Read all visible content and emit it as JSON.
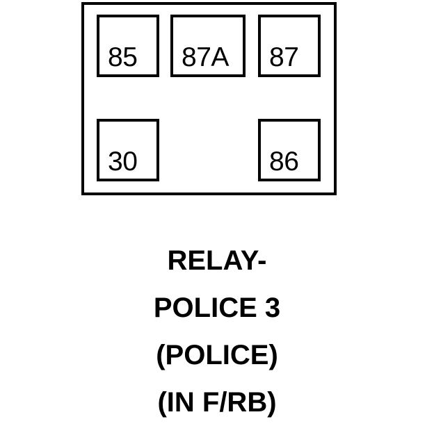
{
  "diagram": {
    "type": "automotive-relay-pinout",
    "component": "relay",
    "outline_name": "relay-body-outline",
    "terminals": [
      {
        "id": "85",
        "label": "85",
        "row": "top",
        "position": "left"
      },
      {
        "id": "87A",
        "label": "87A",
        "row": "top",
        "position": "center"
      },
      {
        "id": "87",
        "label": "87",
        "row": "top",
        "position": "right"
      },
      {
        "id": "30",
        "label": "30",
        "row": "bottom",
        "position": "left"
      },
      {
        "id": "86",
        "label": "86",
        "row": "bottom",
        "position": "right"
      }
    ]
  },
  "caption": {
    "lines": [
      "RELAY-",
      "POLICE 3",
      "(POLICE)",
      "(IN F/RB)"
    ],
    "full_text": "RELAY-POLICE 3 (POLICE) (IN F/RB)"
  },
  "colors": {
    "stroke": "#000000",
    "fill": "#ffffff",
    "text": "#000000"
  }
}
